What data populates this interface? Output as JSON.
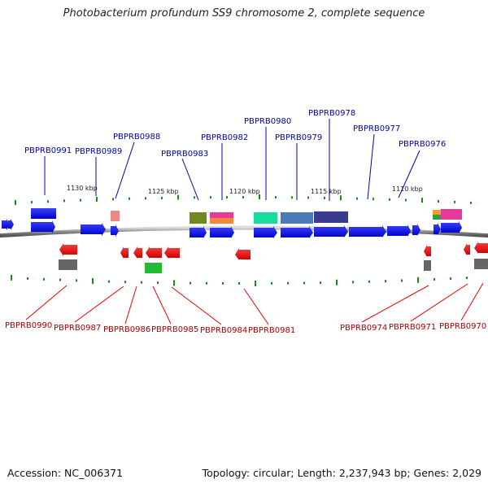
{
  "title": "Photobacterium profundum SS9 chromosome 2, complete sequence",
  "accession_text": "Accession: NC_006371",
  "summary_text": "Topology: circular; Length: 2,237,943 bp; Genes: 2,029",
  "colors": {
    "forward": "#0a14e6",
    "reverse": "#ee0a0a",
    "backbone": "#888888",
    "tick": "#1a8a1a",
    "label_top": "#0000aa",
    "label_bottom": "#aa0000"
  },
  "scale_labels": [
    "1130 kbp",
    "1125 kbp",
    "1120 kbp",
    "1115 kbp",
    "1110 kbp"
  ],
  "top_labels": [
    "PBPRB0991",
    "PBPRB0989",
    "PBPRB0988",
    "PBPRB0983",
    "PBPRB0982",
    "PBPRB0980",
    "PBPRB0979",
    "PBPRB0978",
    "PBPRB0977",
    "PBPRB0976"
  ],
  "bottom_labels": [
    "PBPRB0990",
    "PBPRB0987",
    "PBPRB0986",
    "PBPRB0985",
    "PBPRB0984",
    "PBPRB0981",
    "PBPRB0974",
    "PBPRB0971",
    "PBPRB0970"
  ]
}
